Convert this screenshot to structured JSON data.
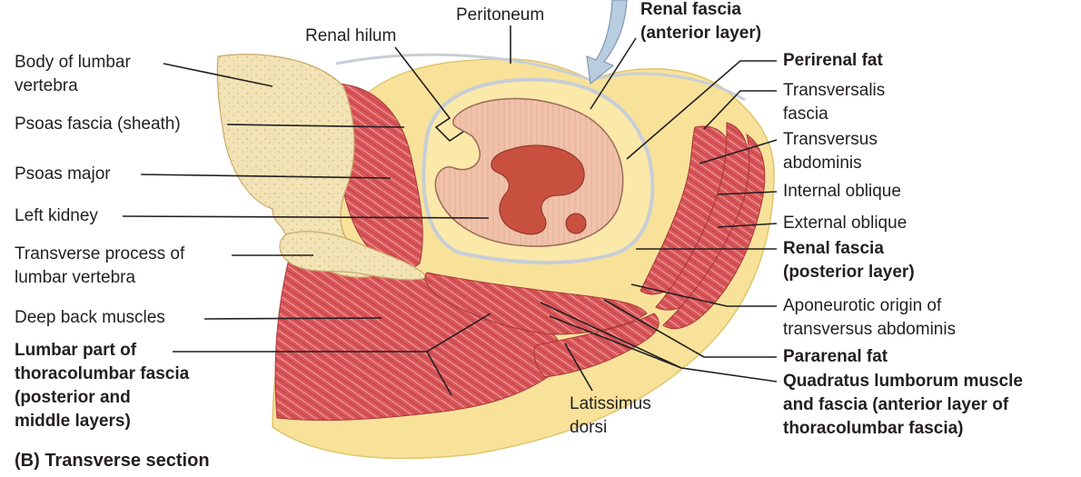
{
  "caption": "(B) Transverse section",
  "labels": {
    "peritoneum": "Peritoneum",
    "renal_fascia_anterior": "Renal fascia\n(anterior layer)",
    "renal_hilum": "Renal hilum",
    "body_lumbar_vertebra": "Body of lumbar\nvertebra",
    "psoas_fascia": "Psoas fascia (sheath)",
    "psoas_major": "Psoas major",
    "left_kidney": "Left kidney",
    "transverse_process": "Transverse process of\nlumbar vertebra",
    "deep_back_muscles": "Deep back muscles",
    "lumbar_part_thoracolumbar": "Lumbar part of\nthoracolumbar fascia\n(posterior and\nmiddle layers)",
    "perirenal_fat": "Perirenal fat",
    "transversalis_fascia": "Transversalis\nfascia",
    "transversus_abdominis": "Transversus\nabdominis",
    "internal_oblique": "Internal oblique",
    "external_oblique": "External oblique",
    "renal_fascia_posterior": "Renal fascia\n(posterior layer)",
    "aponeurotic_origin": "Aponeurotic origin of\ntransversus abdominis",
    "pararenal_fat": "Pararenal fat",
    "quadratus_lumborum": "Quadratus lumborum muscle\nand fascia (anterior layer of\nthoracolumbar fascia)",
    "latissimus_dorsi": "Latissimus\ndorsi"
  },
  "colors": {
    "fat_yellow": "#f8e29a",
    "muscle_red": "#d9575a",
    "bone": "#f2e3b6",
    "kidney": "#f0c2aa",
    "medulla": "#c8503e",
    "fascia": "#dfe3e8",
    "leader": "#231f20",
    "arrow": "#b9cde0"
  }
}
